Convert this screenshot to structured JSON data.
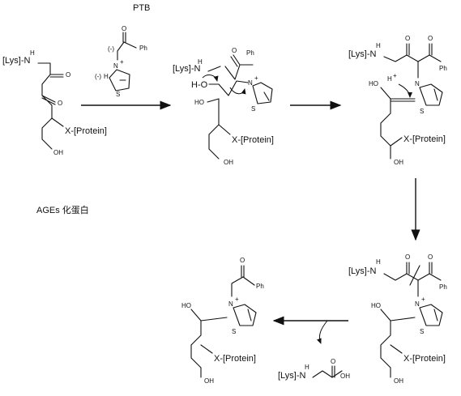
{
  "labels": {
    "ptb": "PTB",
    "ages": "AGEs 化蛋白",
    "lys_nh": "[Lys]-N",
    "h": "H",
    "o": "O",
    "ph": "Ph",
    "s": "S",
    "n_plus": "N",
    "plus": "+",
    "minus": "(-)",
    "x_protein": "X-[Protein]",
    "oh": "OH",
    "ho": "HO",
    "h_o": "H-O",
    "h_plus": "H",
    "lys_glycine_tail": "OH"
  }
}
